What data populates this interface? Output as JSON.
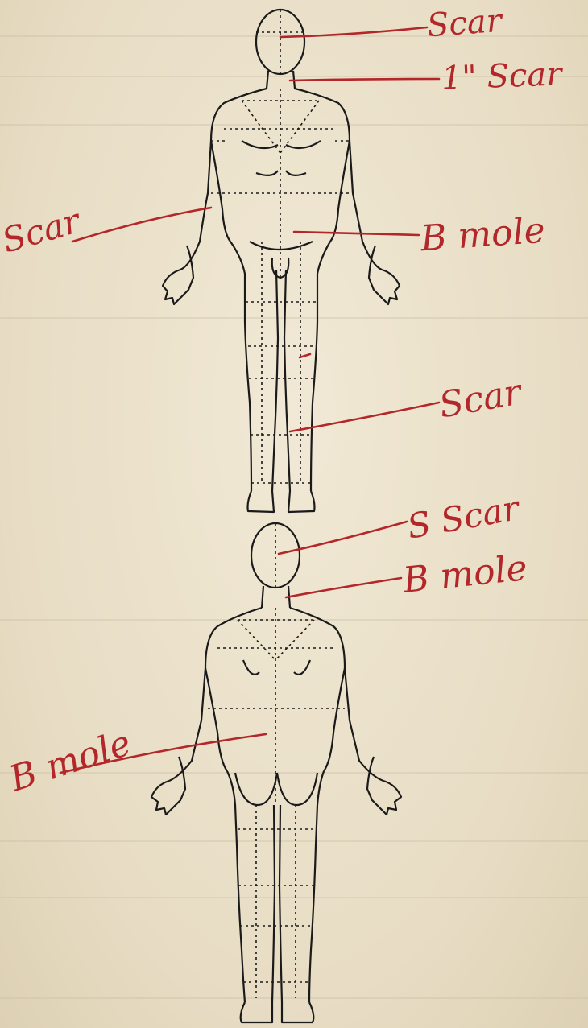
{
  "annotations": {
    "head_scar": "Scar",
    "chin_scar": "1\" Scar",
    "arm_scar": "Scar",
    "groin_mole": "B mole",
    "knee_scar": "Scar",
    "back_head_scar": "S Scar",
    "neck_mole": "B mole",
    "back_arm_mole": "B mole"
  },
  "colors": {
    "ink": "#b3262a",
    "line": "#1a1a1a",
    "paper": "#ece3cf"
  }
}
